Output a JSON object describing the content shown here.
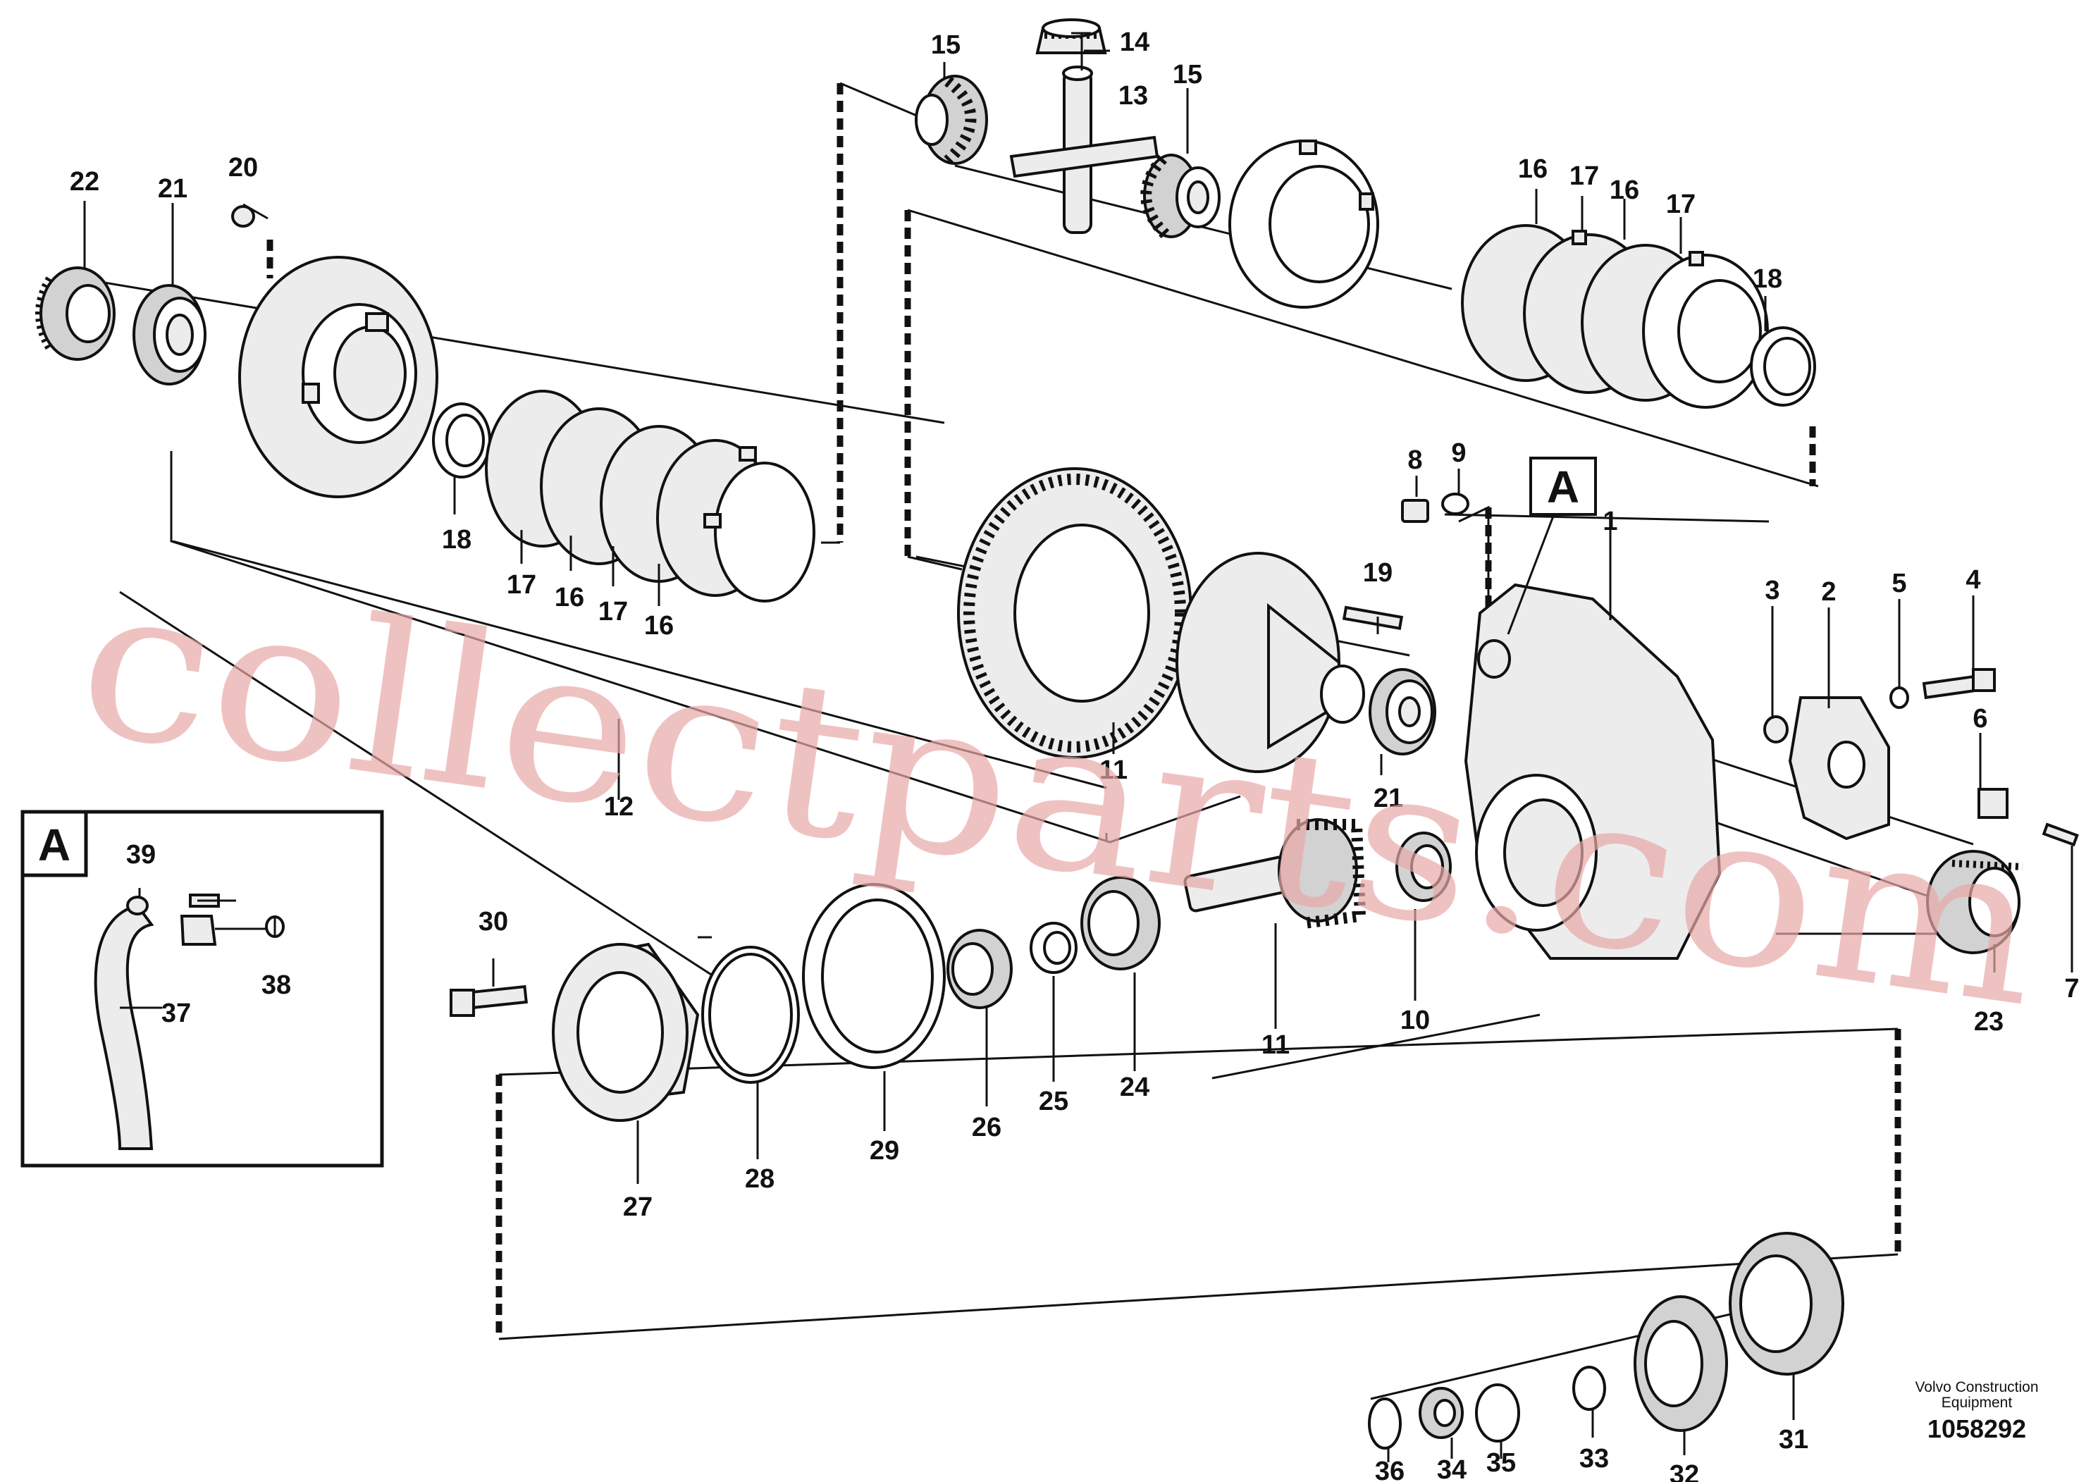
{
  "callouts": [
    {
      "id": "c1",
      "text": "1"
    },
    {
      "id": "c2",
      "text": "2"
    },
    {
      "id": "c3",
      "text": "3"
    },
    {
      "id": "c4",
      "text": "4"
    },
    {
      "id": "c5",
      "text": "5"
    },
    {
      "id": "c6",
      "text": "6"
    },
    {
      "id": "c7",
      "text": "7"
    },
    {
      "id": "c8",
      "text": "8"
    },
    {
      "id": "c9",
      "text": "9"
    },
    {
      "id": "c10",
      "text": "10"
    },
    {
      "id": "c11a",
      "text": "11"
    },
    {
      "id": "c11b",
      "text": "11"
    },
    {
      "id": "c12",
      "text": "12"
    },
    {
      "id": "c13",
      "text": "13"
    },
    {
      "id": "c14",
      "text": "14"
    },
    {
      "id": "c15a",
      "text": "15"
    },
    {
      "id": "c15b",
      "text": "15"
    },
    {
      "id": "c16a",
      "text": "16"
    },
    {
      "id": "c16b",
      "text": "16"
    },
    {
      "id": "c16c",
      "text": "16"
    },
    {
      "id": "c16d",
      "text": "16"
    },
    {
      "id": "c17a",
      "text": "17"
    },
    {
      "id": "c17b",
      "text": "17"
    },
    {
      "id": "c17c",
      "text": "17"
    },
    {
      "id": "c17d",
      "text": "17"
    },
    {
      "id": "c18a",
      "text": "18"
    },
    {
      "id": "c18b",
      "text": "18"
    },
    {
      "id": "c19",
      "text": "19"
    },
    {
      "id": "c20",
      "text": "20"
    },
    {
      "id": "c21a",
      "text": "21"
    },
    {
      "id": "c21b",
      "text": "21"
    },
    {
      "id": "c22",
      "text": "22"
    },
    {
      "id": "c23",
      "text": "23"
    },
    {
      "id": "c24",
      "text": "24"
    },
    {
      "id": "c25",
      "text": "25"
    },
    {
      "id": "c26",
      "text": "26"
    },
    {
      "id": "c27",
      "text": "27"
    },
    {
      "id": "c28",
      "text": "28"
    },
    {
      "id": "c29",
      "text": "29"
    },
    {
      "id": "c30",
      "text": "30"
    },
    {
      "id": "c31",
      "text": "31"
    },
    {
      "id": "c32",
      "text": "32"
    },
    {
      "id": "c33",
      "text": "33"
    },
    {
      "id": "c34",
      "text": "34"
    },
    {
      "id": "c35",
      "text": "35"
    },
    {
      "id": "c36",
      "text": "36"
    },
    {
      "id": "c37",
      "text": "37"
    },
    {
      "id": "c38",
      "text": "38"
    },
    {
      "id": "c39",
      "text": "39"
    }
  ],
  "detail_marker": "A",
  "inset_marker": "A",
  "credit_line1": "Volvo Construction",
  "credit_line2": "Equipment",
  "document_number": "1058292",
  "watermark": "collectparts.com",
  "colors": {
    "line": "#111111",
    "watermark": "#e8a8a8",
    "background": "#ffffff"
  }
}
